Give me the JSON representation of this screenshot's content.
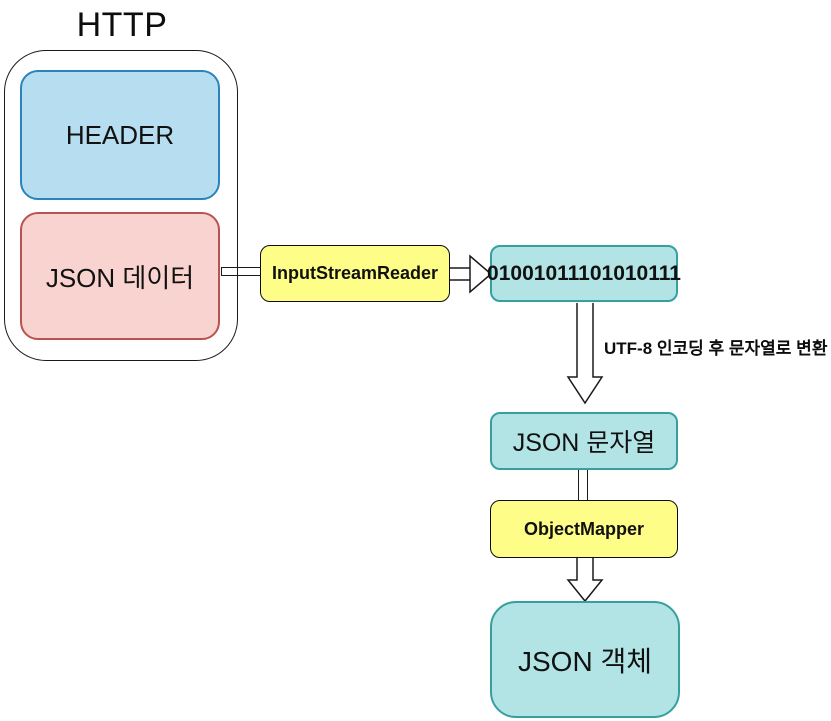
{
  "diagram": {
    "title": "HTTP",
    "http_container": {
      "header_label": "HEADER",
      "json_data_label": "JSON 데이터"
    },
    "flow": {
      "input_stream_reader_label": "InputStreamReader",
      "binary_label": "01001011101010111",
      "utf8_annotation": "UTF-8 인코딩 후 문자열로 변환",
      "json_string_label": "JSON 문자열",
      "object_mapper_label": "ObjectMapper",
      "json_object_label": "JSON 객체"
    },
    "colors": {
      "header_fill": "#B7DEF0",
      "header_stroke": "#2B83BC",
      "json_data_fill": "#F8D3D0",
      "json_data_stroke": "#B85450",
      "process_fill": "#FDFD87",
      "process_stroke": "#0D0D0D",
      "data_fill": "#B2E3E5",
      "data_stroke": "#389FA1",
      "line": "#1A1A1A",
      "text": "#111111"
    }
  }
}
